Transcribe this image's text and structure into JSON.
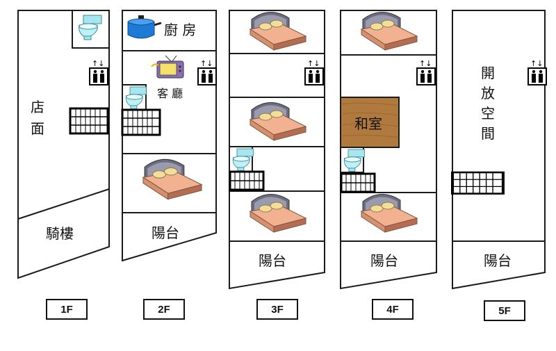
{
  "floors": [
    {
      "tag": "1F",
      "labels": {
        "shop_line1": "店",
        "shop_line2": "面",
        "arcade": "騎樓"
      }
    },
    {
      "tag": "2F",
      "labels": {
        "kitchen": "廚 房",
        "living": "客 廳",
        "balcony": "陽台"
      }
    },
    {
      "tag": "3F",
      "labels": {
        "balcony": "陽台"
      }
    },
    {
      "tag": "4F",
      "labels": {
        "japanese_room": "和室",
        "balcony": "陽台"
      }
    },
    {
      "tag": "5F",
      "labels": {
        "open_1": "開",
        "open_2": "放",
        "open_3": "空",
        "open_4": "間",
        "balcony": "陽台"
      }
    }
  ],
  "colors": {
    "wall": "#1a1a1a",
    "bed_sheet": "#f2b191",
    "bed_pillow": "#f3dd9a",
    "bed_frame": "#6d6d80",
    "wood": "#b07a3e",
    "toilet": "#a8e6ef",
    "pot": "#1f7ad6",
    "tv": "#8a6fb0"
  },
  "icons": [
    "bed-icon",
    "toilet-icon",
    "elevator-icon",
    "stairs-icon",
    "pot-icon",
    "tv-icon"
  ]
}
